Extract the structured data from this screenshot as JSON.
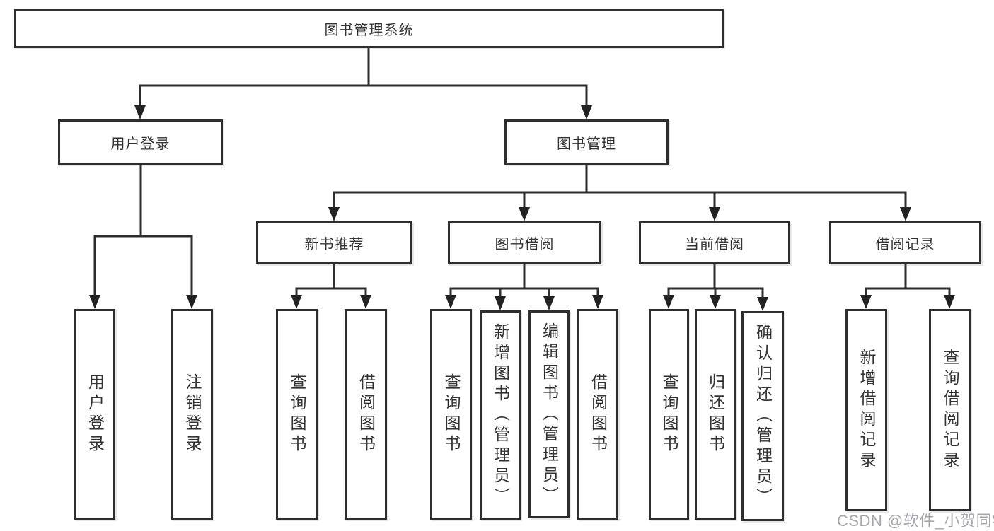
{
  "watermark": "CSDN @软件_小贺同学",
  "colors": {
    "line": "#2d2d2d",
    "box_border": "#2e2e2e",
    "text": "#333333",
    "watermark": "#9496a0",
    "background": "#ffffff"
  },
  "tree": {
    "root": "图书管理系统",
    "branches": [
      {
        "label": "用户登录",
        "children": [
          "用户登录",
          "注销登录"
        ]
      },
      {
        "label": "图书管理",
        "groups": [
          {
            "label": "新书推荐",
            "children": [
              "查询图书",
              "借阅图书"
            ]
          },
          {
            "label": "图书借阅",
            "children": [
              "查询图书",
              "新增图书（管理员）",
              "编辑图书（管理员）",
              "借阅图书"
            ]
          },
          {
            "label": "当前借阅",
            "children": [
              "查询图书",
              "归还图书",
              "确认归还（管理员）"
            ]
          },
          {
            "label": "借阅记录",
            "children": [
              "新增借阅记录",
              "查询借阅记录"
            ]
          }
        ]
      }
    ]
  }
}
